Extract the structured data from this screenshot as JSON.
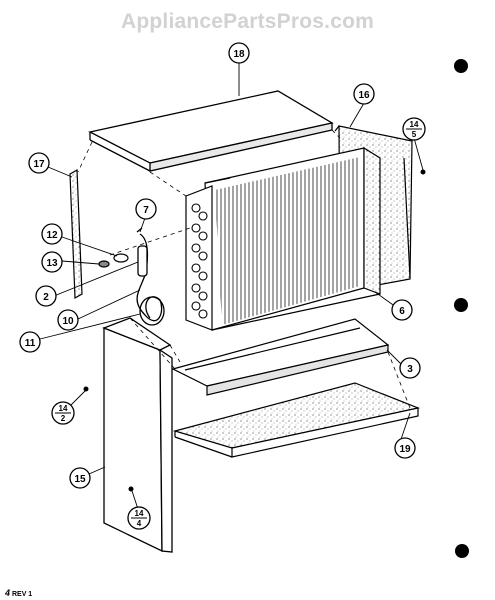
{
  "watermark": "AppliancePartsPros.com",
  "footer": {
    "mark": "4",
    "text": "REV 1"
  },
  "callouts": [
    {
      "id": "c18",
      "label": "18"
    },
    {
      "id": "c16",
      "label": "16"
    },
    {
      "id": "c17",
      "label": "17"
    },
    {
      "id": "c14a",
      "label": "14",
      "sub": "5"
    },
    {
      "id": "c7",
      "label": "7"
    },
    {
      "id": "c12",
      "label": "12"
    },
    {
      "id": "c13",
      "label": "13"
    },
    {
      "id": "c2",
      "label": "2"
    },
    {
      "id": "c10",
      "label": "10"
    },
    {
      "id": "c11",
      "label": "11"
    },
    {
      "id": "c6",
      "label": "6"
    },
    {
      "id": "c3",
      "label": "3"
    },
    {
      "id": "c14b",
      "label": "14",
      "sub": "2"
    },
    {
      "id": "c19",
      "label": "19"
    },
    {
      "id": "c15",
      "label": "15"
    },
    {
      "id": "c14c",
      "label": "14",
      "sub": "4"
    }
  ]
}
